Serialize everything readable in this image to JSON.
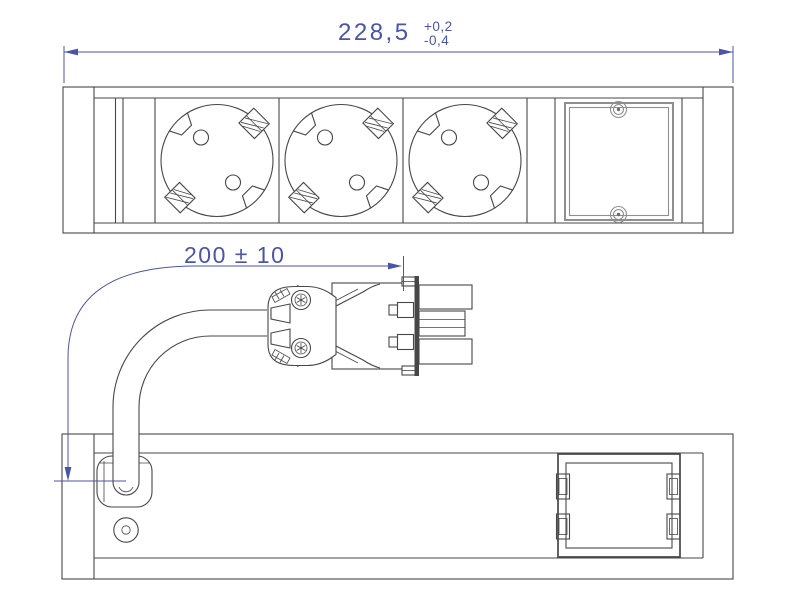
{
  "drawing_type": "technical-drawing-power-strip",
  "colors": {
    "dimension_blue": "#4a54a8",
    "line_dark": "#474747",
    "line_light": "#8f8f8f",
    "background": "#ffffff"
  },
  "dimensions": {
    "overall_width": {
      "value": "228,5",
      "tolerance_plus": "+0,2",
      "tolerance_minus": "-0,4"
    },
    "cable_length": {
      "value": "200 ± 10"
    }
  },
  "views": {
    "top_view": {
      "name": "power-strip-face-view",
      "socket_count": 3,
      "socket_type": "schuko-socket",
      "module_plate": "blank-module-plate",
      "module_screw_count": 2
    },
    "cable_assembly": {
      "name": "cable-with-connector",
      "connector_type": "flat-plug-connector",
      "connector_screw_count": 2
    },
    "bottom_view": {
      "name": "power-strip-rear-view",
      "cable_gland": 1,
      "screw_hole_count": 1,
      "module_clip_count": 4
    }
  }
}
